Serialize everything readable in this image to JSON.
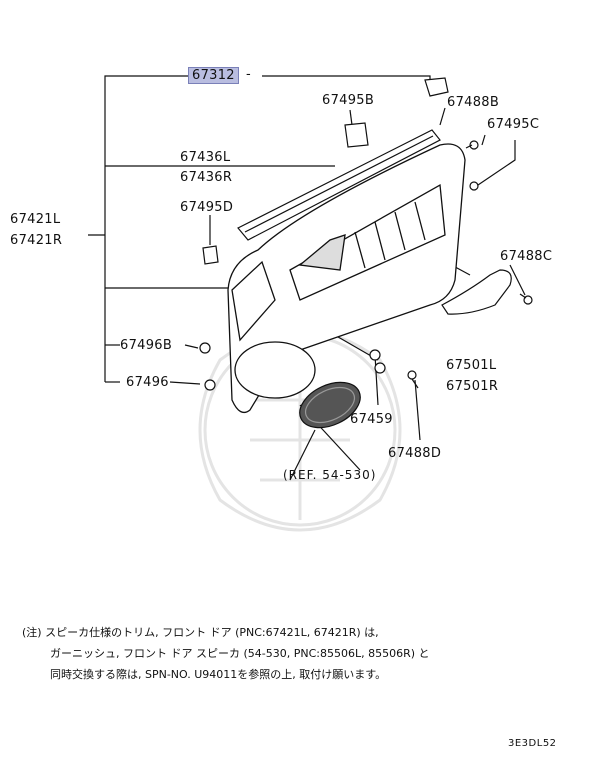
{
  "parts": {
    "p67312": "67312",
    "p67495b": "67495B",
    "p67488b": "67488B",
    "p67495c": "67495C",
    "p67436l": "67436L",
    "p67436r": "67436R",
    "p67421l": "67421L",
    "p67421r": "67421R",
    "p67495d": "67495D",
    "p67488c": "67488C",
    "p67496b": "67496B",
    "p67496": "67496",
    "p67459": "67459",
    "p67488d": "67488D",
    "p67501l": "67501L",
    "p67501r": "67501R",
    "ref": "(REF. 54-530)"
  },
  "note": {
    "line1": "(注) スピーカ仕様のトリム, フロント ドア (PNC:67421L, 67421R) は,",
    "line2": "ガーニッシュ, フロント ドア スピーカ (54-530, PNC:85506L, 85506R) と",
    "line3": "同時交換する際は, SPN-NO. U94011を参照の上, 取付け願います。"
  },
  "diagram_code": "3E3DL52",
  "colors": {
    "highlight": "#b9bde0",
    "line": "#111111",
    "watermark": "#e6e6e6"
  }
}
